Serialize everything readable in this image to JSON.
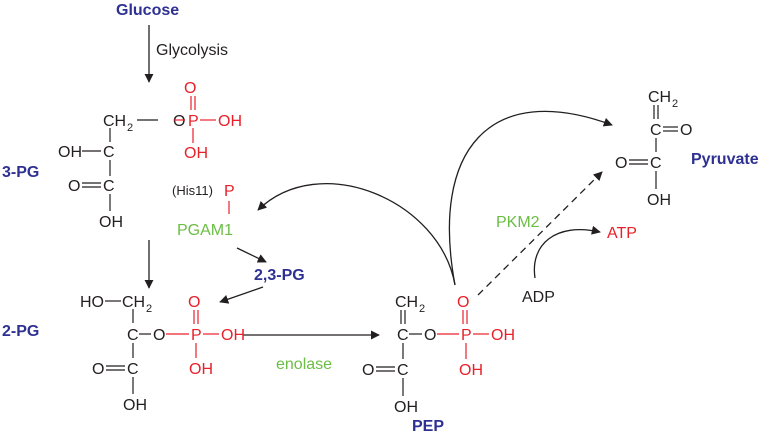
{
  "colors": {
    "compound": "#2e3192",
    "enzyme": "#6cbd45",
    "phosphate": "#e8202a",
    "black": "#231f20"
  },
  "labels": {
    "glucose": "Glucose",
    "glycolysis": "Glycolysis",
    "pg3": "3-PG",
    "pg2": "2-PG",
    "bpg23": "2,3-PG",
    "pep": "PEP",
    "pyruvate": "Pyruvate",
    "pgam1": "PGAM1",
    "his11": "(His11)",
    "his_p": "P",
    "enolase": "enolase",
    "pkm2": "PKM2",
    "adp": "ADP",
    "atp": "ATP"
  },
  "atoms": {
    "ch2": "CH",
    "sub2": "2",
    "ho": "HO",
    "oh": "OH",
    "o": "O",
    "p": "P",
    "c": "C",
    "dash": "—",
    "eq": "="
  }
}
